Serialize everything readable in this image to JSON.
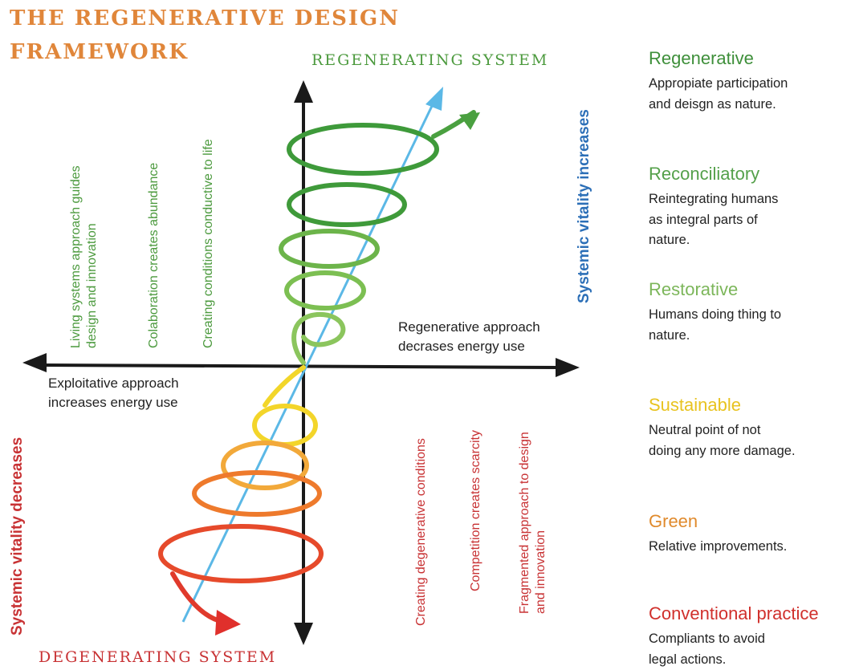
{
  "title": {
    "line1": "THE REGENERATIVE DESIGN",
    "line2": "FRAMEWORK"
  },
  "axes": {
    "top_label": "REGENERATING SYSTEM",
    "bottom_label": "DEGENERATING SYSTEM",
    "right_vertical_label": "Systemic vitality increases",
    "left_vertical_label": "Systemic vitality decreases",
    "regenerative_approach": {
      "line1": "Regenerative approach",
      "line2": "decrases energy use"
    },
    "exploitative_approach": {
      "line1": "Exploitative approach",
      "line2": "increases energy use"
    }
  },
  "upper_statements": [
    {
      "line1": "Living systems approach guides",
      "line2": "design and innovation"
    },
    {
      "line1": "Colaboration creates abundance"
    },
    {
      "line1": "Creating conditions conductive to life"
    }
  ],
  "lower_statements": [
    {
      "line1": "Creating degenerative conditions"
    },
    {
      "line1": "Competition creates scarcity"
    },
    {
      "line1": "Fragmented approach to design",
      "line2": "and innovation"
    }
  ],
  "legend": [
    {
      "title": "Regenerative",
      "desc": [
        "Appropiate participation",
        "and deisgn as nature."
      ],
      "color": "#3e8f3a"
    },
    {
      "title": "Reconciliatory",
      "desc": [
        "Reintegrating humans",
        "as integral parts of",
        "nature."
      ],
      "color": "#54a04a"
    },
    {
      "title": "Restorative",
      "desc": [
        "Humans doing thing to",
        "nature."
      ],
      "color": "#7cb65a"
    },
    {
      "title": "Sustainable",
      "desc": [
        "Neutral point of not",
        "doing any more damage."
      ],
      "color": "#e8c320"
    },
    {
      "title": "Green",
      "desc": [
        "Relative improvements."
      ],
      "color": "#e08a2c"
    },
    {
      "title": "Conventional practice",
      "desc": [
        "Compliants to avoid",
        "legal actions."
      ],
      "color": "#d0302c"
    }
  ],
  "colors": {
    "title": "#e0863a",
    "upper_green": "#4c9a3e",
    "lower_red": "#c83234",
    "blue": "#2c6fb7",
    "arrow_blue": "#5bb8e6",
    "axis": "#1a1a1a"
  }
}
